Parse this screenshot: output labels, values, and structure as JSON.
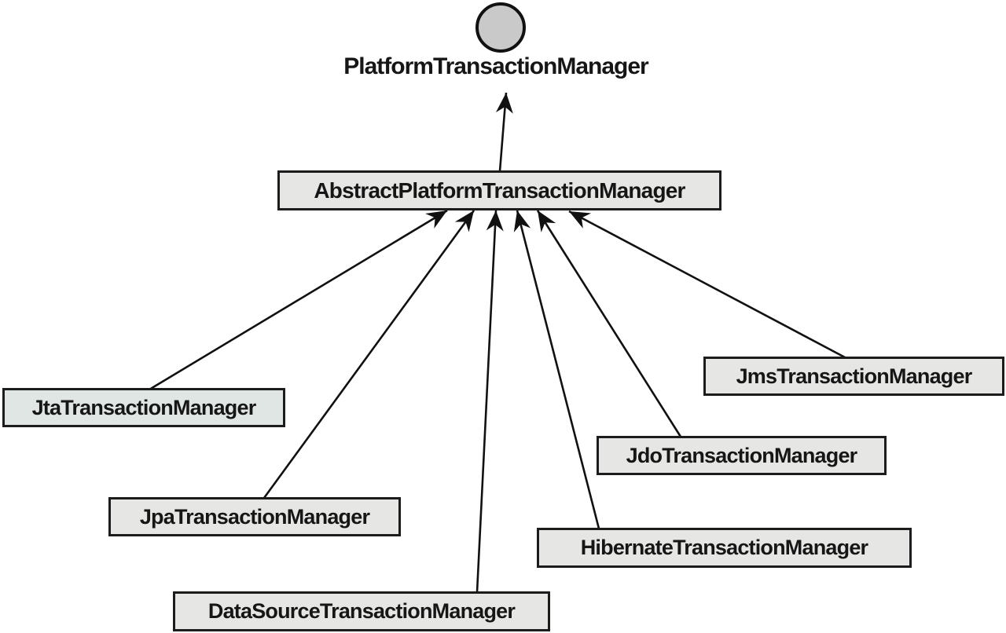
{
  "diagram": {
    "type": "uml-class-hierarchy",
    "interface": {
      "label": "PlatformTransactionManager",
      "notation": "lollipop-circle"
    },
    "abstract_class": {
      "label": "AbstractPlatformTransactionManager"
    },
    "implementations": [
      {
        "id": "jta",
        "label": "JtaTransactionManager"
      },
      {
        "id": "jpa",
        "label": "JpaTransactionManager"
      },
      {
        "id": "datasource",
        "label": "DataSourceTransactionManager"
      },
      {
        "id": "hibernate",
        "label": "HibernateTransactionManager"
      },
      {
        "id": "jdo",
        "label": "JdoTransactionManager"
      },
      {
        "id": "jms",
        "label": "JmsTransactionManager"
      }
    ],
    "relationships": [
      {
        "from": "AbstractPlatformTransactionManager",
        "to": "PlatformTransactionManager",
        "kind": "implements"
      },
      {
        "from": "JtaTransactionManager",
        "to": "AbstractPlatformTransactionManager",
        "kind": "extends"
      },
      {
        "from": "JpaTransactionManager",
        "to": "AbstractPlatformTransactionManager",
        "kind": "extends"
      },
      {
        "from": "DataSourceTransactionManager",
        "to": "AbstractPlatformTransactionManager",
        "kind": "extends"
      },
      {
        "from": "HibernateTransactionManager",
        "to": "AbstractPlatformTransactionManager",
        "kind": "extends"
      },
      {
        "from": "JdoTransactionManager",
        "to": "AbstractPlatformTransactionManager",
        "kind": "extends"
      },
      {
        "from": "JmsTransactionManager",
        "to": "AbstractPlatformTransactionManager",
        "kind": "extends"
      }
    ],
    "colors": {
      "background": "#ffffff",
      "box_fill": "#e6e6e4",
      "jta_box_fill": "#dfe6e4",
      "box_border": "#1c1c1c",
      "circle_fill": "#c9c9c9",
      "line": "#111111",
      "text": "#161616"
    }
  }
}
